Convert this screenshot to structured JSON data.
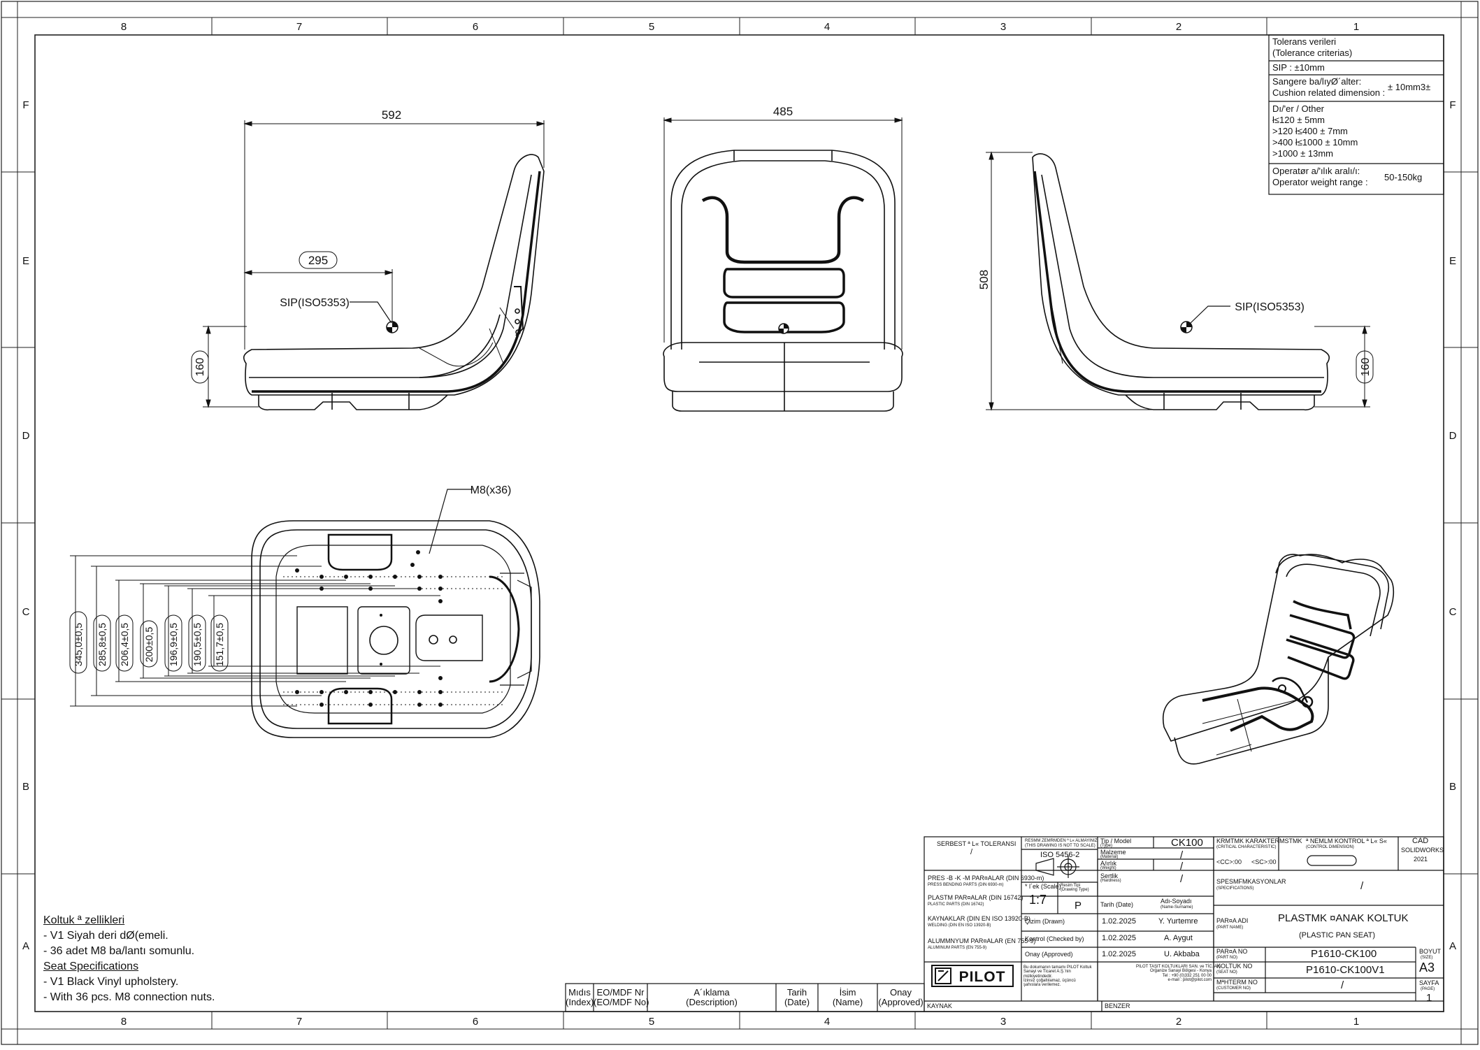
{
  "border": {
    "columns": [
      "8",
      "7",
      "6",
      "5",
      "4",
      "3",
      "2",
      "1"
    ],
    "rows": [
      "F",
      "E",
      "D",
      "C",
      "B",
      "A"
    ]
  },
  "dims": {
    "side_width": "592",
    "side_sip_x": "295",
    "side_sip_label": "SIP(ISO5353)",
    "side_height": "160",
    "front_width": "485",
    "rear_height": "508",
    "rear_sip_label": "SIP(ISO5353)",
    "rear_side_height": "160",
    "nut_label": "M8(x36)",
    "bottom_dims": [
      "345,0±0,5",
      "285,8±0,5",
      "206,4±0,5",
      "200±0,5",
      "196,9±0,5",
      "190,5±0,5",
      "151,7±0,5"
    ]
  },
  "tolerance": {
    "title": "Tolerans verileri",
    "title_en": "(Tolerance criterias)",
    "sip": "SIP : ±10mm",
    "cushion_tr": "Sangere ba/lıyØ´alter:",
    "cushion_en": "Cushion related dimension :",
    "cushion_val": "± 10mm3±",
    "other_tr": "Dı/'er / Other",
    "other_1": "ł≤120 ± 5mm",
    "other_2": ">120 ł≤400 ± 7mm",
    "other_3": ">400 ł≤1000 ± 10mm",
    "other_4": ">1000 ± 13mm",
    "weight_tr": "Operatør a/'ılık aralı/ı:",
    "weight_en": "Operator weight range :",
    "weight_val": "50-150kg"
  },
  "notes": {
    "title_tr": "Koltuk ª zellikleri",
    "line_1": "- V1 Siyah deri dØ(emeli.",
    "line_2": "- 36 adet M8 ba/lantı somunlu.",
    "title_en": "Seat Specifications",
    "line_3": "- V1 Black Vinyl upholstery.",
    "line_4": "- With 36 pcs. M8 connection nuts."
  },
  "revision": {
    "index": "Mıdıs (Index)",
    "index_a": "Mıdıs",
    "index_b": "(Index)",
    "eo_a": "EO/MDF Nr",
    "eo_b": "(EO/MDF No)",
    "desc_a": "A´ıklama",
    "desc_b": "(Description)",
    "date_a": "Tarih",
    "date_b": "(Date)",
    "name_a": "İsim",
    "name_b": "(Name)",
    "appr_a": "Onay",
    "appr_b": "(Approved)"
  },
  "title_block": {
    "free_tol_tr": "SERBEST ª L« TOLERANSI",
    "free_tol_val": "/",
    "scale_note_1": "RESMM ZEMRMDEN ª L« ALMAYINIZ",
    "scale_note_2": "(THIS DRAWING IS NOT TO SCALE)",
    "iso": "ISO 5456-2",
    "press_tr": "PRES -B -K -M PAR¤ALAR (DIN 6930-m)",
    "press_en": "PRESS BENDING PARTS (DIN 6930-m)",
    "plastic_tr": "PLASTM PAR¤ALAR (DIN 16742)",
    "plastic_en": "PLASTIC PARTS (DIN 16742)",
    "welding_tr": "KAYNAKLAR (DIN EN ISO 13920-B)",
    "welding_en": "WELDING (DIN EN ISO 13920-B)",
    "alum_tr": "ALUMMNYUM PAR¤ALAR (EN 755-9)",
    "alum_en": "ALUMINUM PARTS (EN 755-9)",
    "scale_label": "* l´ek (Scale)",
    "scale_val": "1:7",
    "drawing_type_label": "Resim Tipi (Drawing Type)",
    "drawing_type_val": "P",
    "type_label": "Tip / Model",
    "type_label_en": "(Type)",
    "type_val": "CK100",
    "material_label": "Malzeme",
    "material_label_en": "(Material)",
    "material_val": "/",
    "weight_label": "A/ırlık",
    "weight_label_en": "(Weight)",
    "weight_val": "/",
    "hardness_label": "Sertlik",
    "hardness_label_en": "(Hardness)",
    "hardness_val": "/",
    "date_label": "Tarih (Date)",
    "name_label": "Adı-Soyadı",
    "name_label_en": "(Name-Surname)",
    "drawn_label": "Çizim (Drawn)",
    "drawn_date": "1.02.2025",
    "drawn_name": "Y. Yurtemre",
    "checked_label": "Kontrol (Checked by)",
    "checked_date": "1.02.2025",
    "checked_name": "A. Aygut",
    "approved_label": "Onay (Approved)",
    "approved_date": "1.02.2025",
    "approved_name": "U. Akbaba",
    "crit_tr": "KRMTMK KARAKTERMSTMK",
    "crit_en": "(CRITICAL CHARACTERISTIC)",
    "crit_a": "<CC>:00",
    "crit_b": "<SC>:00",
    "ctrl_tr": "ª NEMLM KONTROL ª L« S«",
    "ctrl_en": "(CONTROL DIMENSION)",
    "cad_1": "CAD",
    "cad_2": "SOLIDWORKS",
    "cad_3": "2021",
    "spec_tr": "SPESMFMKASYONLAR",
    "spec_en": "(SPECIFICATIONS)",
    "spec_val": "/",
    "part_name_tr": "PAR¤A ADI",
    "part_name_en": "(PART NAME)",
    "part_name_val": "PLASTMK ¤ANAK KOLTUK",
    "part_name_val_en": "(PLASTIC PAN SEAT)",
    "part_no_tr": "PAR¤A NO",
    "part_no_en": "(PART NO)",
    "part_no_val": "P1610-CK100",
    "seat_no_tr": "KOLTUK NO",
    "seat_no_en": "(SEAT NO)",
    "seat_no_val": "P1610-CK100V1",
    "cust_no_tr": "MªHTERM NO",
    "cust_no_en": "(CUSTOMER NO)",
    "cust_no_val": "/",
    "size_label": "BOYUT",
    "size_label_en": "(SIZE)",
    "size_val": "A3",
    "page_label": "SAYFA",
    "page_label_en": "(PAGE)",
    "page_val": "1",
    "logo": "PILOT",
    "source_label": "KAYNAK",
    "similar_label": "BENZER",
    "legal_1": "Bu dokumanın tamamı PILOT Koltuk Sanayi ve Ticaret A.Ş.'nin mülkiyetindedir.",
    "legal_2": "İzinsiz çoğaltılamaz, üçüncü şahıslara verilemez.",
    "address_1": "PILOT TAŞIT KOLTUKLARI SAN. ve TİC. A.Ş.",
    "address_2": "Organize Sanayi Bölgesi - Konya",
    "address_3": "Tel : +90 (0)332 251 00 00",
    "address_4": "e-mail : pilot@pilot.com"
  }
}
